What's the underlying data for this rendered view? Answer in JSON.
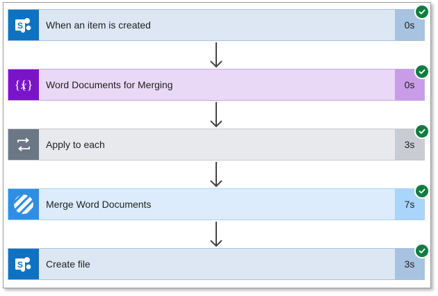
{
  "steps": [
    {
      "title": "When an item is created",
      "duration": "0s",
      "icon": "sharepoint-icon",
      "colors": {
        "bg": "#dce7f3",
        "border": "#a9c3e0",
        "icon_bg": "#0f72c0",
        "dur_bg": "#a7c3e0"
      }
    },
    {
      "title": "Word Documents for Merging",
      "duration": "0s",
      "icon": "variable-icon",
      "colors": {
        "bg": "#ead9f6",
        "border": "#c9a8e6",
        "icon_bg": "#7a14c9",
        "dur_bg": "#c99ce8"
      }
    },
    {
      "title": "Apply to each",
      "duration": "3s",
      "icon": "loop-icon",
      "colors": {
        "bg": "#e8e9ec",
        "border": "#c5c8cd",
        "icon_bg": "#6b7785",
        "dur_bg": "#c9cdd3"
      }
    },
    {
      "title": "Merge Word Documents",
      "duration": "7s",
      "icon": "encodian-icon",
      "colors": {
        "bg": "#dcecfc",
        "border": "#a9d0f6",
        "icon_bg": "#2f8ee2",
        "dur_bg": "#a9d5fb"
      }
    },
    {
      "title": "Create file",
      "duration": "3s",
      "icon": "sharepoint-icon",
      "colors": {
        "bg": "#dce7f3",
        "border": "#a9c3e0",
        "icon_bg": "#0f72c0",
        "dur_bg": "#a7c3e0"
      }
    }
  ],
  "status": {
    "icon": "success-check-icon",
    "color": "#107c41"
  },
  "connector": {
    "icon": "down-arrow-icon",
    "color": "#444444"
  }
}
